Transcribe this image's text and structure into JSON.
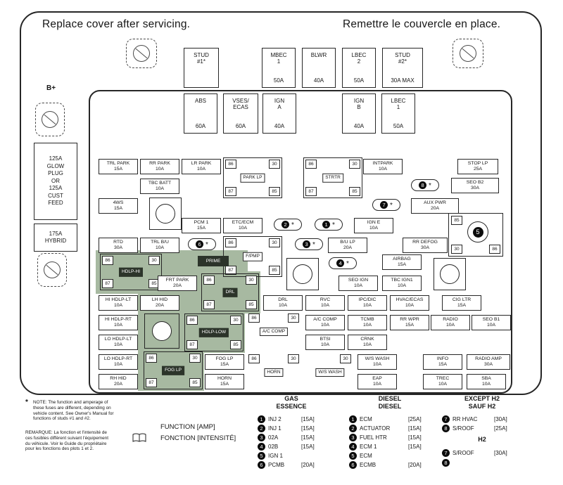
{
  "header": {
    "left_title": "Replace cover after servicing.",
    "right_title": "Remettre le couvercle en place."
  },
  "panel": {
    "b_plus": "B+"
  },
  "left_column": {
    "glow_feed": "125A\nGLOW\nPLUG\nOR\n125A\nCUST\nFEED",
    "hybrid": "175A\nHYBRID"
  },
  "top_fuses": [
    {
      "top": "STUD\n#1*",
      "amp": ""
    },
    {
      "top": "MBEC\n1",
      "amp": "50A"
    },
    {
      "top": "BLWR",
      "amp": "40A"
    },
    {
      "top": "LBEC\n2",
      "amp": "50A"
    },
    {
      "top": "STUD\n#2*",
      "amp": "30A MAX"
    },
    {
      "top": "ABS",
      "amp": "60A"
    },
    {
      "top": "VSES/\nECAS",
      "amp": "60A"
    },
    {
      "top": "IGN\nA",
      "amp": "40A"
    },
    {
      "top": "IGN\nB",
      "amp": "40A"
    },
    {
      "top": "LBEC\n1",
      "amp": "50A"
    }
  ],
  "fuses": [
    {
      "name": "TRL PARK",
      "amp": "15A"
    },
    {
      "name": "RR PARK",
      "amp": "10A"
    },
    {
      "name": "LR PARK",
      "amp": "10A"
    },
    {
      "name": "INTPARK",
      "amp": "10A"
    },
    {
      "name": "STOP LP",
      "amp": "25A"
    },
    {
      "name": "TBC BATT",
      "amp": "10A"
    },
    {
      "name": "SEO B2",
      "amp": "30A"
    },
    {
      "name": "4WS",
      "amp": "15A"
    },
    {
      "name": "AUX PWR",
      "amp": "20A"
    },
    {
      "name": "PCM 1",
      "amp": "15A"
    },
    {
      "name": "ETC/ECM",
      "amp": "10A"
    },
    {
      "name": "IGN E",
      "amp": "10A"
    },
    {
      "name": "RTD",
      "amp": "30A"
    },
    {
      "name": "TRL B/U",
      "amp": "10A"
    },
    {
      "name": "B/U LP",
      "amp": "20A"
    },
    {
      "name": "RR DEFOG",
      "amp": "30A"
    },
    {
      "name": "AIRBAG",
      "amp": "15A"
    },
    {
      "name": "FRT PARK",
      "amp": "20A"
    },
    {
      "name": "SEO IGN",
      "amp": "10A"
    },
    {
      "name": "TBC IGN1",
      "amp": "10A"
    },
    {
      "name": "HI HDLP-LT",
      "amp": "10A"
    },
    {
      "name": "LH HID",
      "amp": "20A"
    },
    {
      "name": "DRL",
      "amp": "10A"
    },
    {
      "name": "RVC",
      "amp": "10A"
    },
    {
      "name": "IPC/DIC",
      "amp": "10A"
    },
    {
      "name": "HVAC/ECAS",
      "amp": "10A"
    },
    {
      "name": "CIG LTR",
      "amp": "15A"
    },
    {
      "name": "HI HDLP-RT",
      "amp": "10A"
    },
    {
      "name": "A/C COMP",
      "amp": "10A"
    },
    {
      "name": "TCMB",
      "amp": "10A"
    },
    {
      "name": "RR WPR",
      "amp": "15A"
    },
    {
      "name": "RADIO",
      "amp": "10A"
    },
    {
      "name": "SEO B1",
      "amp": "10A"
    },
    {
      "name": "LO HDLP-LT",
      "amp": "10A"
    },
    {
      "name": "BTSI",
      "amp": "10A"
    },
    {
      "name": "CRNK",
      "amp": "10A"
    },
    {
      "name": "LO HDLP-RT",
      "amp": "10A"
    },
    {
      "name": "FOG LP",
      "amp": "15A"
    },
    {
      "name": "W/S WASH",
      "amp": "10A"
    },
    {
      "name": "INFO",
      "amp": "15A"
    },
    {
      "name": "RADIO AMP",
      "amp": "30A"
    },
    {
      "name": "RH HID",
      "amp": "20A"
    },
    {
      "name": "HORN",
      "amp": "15A"
    },
    {
      "name": "EAP",
      "amp": "10A"
    },
    {
      "name": "TREC",
      "amp": "10A"
    },
    {
      "name": "SBA",
      "amp": "10A"
    }
  ],
  "relays": [
    {
      "label": "PARK LP",
      "t": [
        "86",
        "30",
        "87",
        "85"
      ]
    },
    {
      "label": "STRTR",
      "t": [
        "86",
        "30",
        "87",
        "85"
      ]
    },
    {
      "label": "F/PMP",
      "t": [
        "86",
        "30",
        "87",
        "85"
      ]
    },
    {
      "label": "HDLP-HI",
      "t": [
        "86",
        "30",
        "87",
        "85"
      ]
    },
    {
      "label": "DRL",
      "t": [
        "86",
        "30",
        "87",
        "85"
      ]
    },
    {
      "label": "HDLP-LOW",
      "t": [
        "86",
        "30",
        "87",
        "85"
      ]
    },
    {
      "label": "FOG LP",
      "t": [
        "86",
        "30",
        "87",
        "85"
      ]
    },
    {
      "label": "A/C COMP",
      "t": [
        "86",
        "30"
      ]
    },
    {
      "label": "HORN",
      "t": [
        "86",
        "30"
      ]
    },
    {
      "label": "W/S WASH",
      "t": [
        "30"
      ]
    }
  ],
  "relay5": {
    "n": "5",
    "t": [
      "85",
      "30",
      "86"
    ]
  },
  "prime_label": "PRIME",
  "markers": [
    {
      "n": "8",
      "star": "*"
    },
    {
      "n": "7",
      "star": "*"
    },
    {
      "n": "2",
      "star": "*"
    },
    {
      "n": "1",
      "star": "*"
    },
    {
      "n": "6",
      "star": "*"
    },
    {
      "n": "3",
      "star": "*"
    },
    {
      "n": "4",
      "star": "*"
    }
  ],
  "legend": {
    "note_star": "*",
    "note_en": "NOTE: The function and amperage of these fuses are different, depending on vehicle content. See Owner's Manual for functions of studs #1 and #2.",
    "note_fr": "REMARQUE: La fonction et l'intensité de ces fusibles diffèrent suivant l'équipement du véhicule. Voir le Guide du propriétaire pour les fonctions des plots 1 et 2.",
    "function_label": "FUNCTION [AMP]\nFONCTION [INTENSITÉ]",
    "columns": [
      {
        "header": "GAS\nESSENCE",
        "items": [
          {
            "n": "1",
            "label": "INJ 2",
            "amp": "[15A]"
          },
          {
            "n": "2",
            "label": "INJ 1",
            "amp": "[15A]"
          },
          {
            "n": "3",
            "label": "02A",
            "amp": "[15A]"
          },
          {
            "n": "4",
            "label": "02B",
            "amp": "[15A]"
          },
          {
            "n": "5",
            "label": "IGN 1",
            "amp": ""
          },
          {
            "n": "6",
            "label": "PCMB",
            "amp": "[20A]"
          }
        ]
      },
      {
        "header": "DIESEL\nDIESEL",
        "items": [
          {
            "n": "1",
            "label": "ECM",
            "amp": "[25A]"
          },
          {
            "n": "2",
            "label": "ACTUATOR",
            "amp": "[15A]"
          },
          {
            "n": "3",
            "label": "FUEL HTR",
            "amp": "[15A]"
          },
          {
            "n": "4",
            "label": "ECM 1",
            "amp": "[15A]"
          },
          {
            "n": "5",
            "label": "ECM",
            "amp": ""
          },
          {
            "n": "6",
            "label": "ECMB",
            "amp": "[20A]"
          }
        ]
      },
      {
        "header": "EXCEPT H2\nSAUF H2",
        "items": [
          {
            "n": "7",
            "label": "RR HVAC",
            "amp": "[30A]"
          },
          {
            "n": "8",
            "label": "S/ROOF",
            "amp": "[25A]"
          }
        ]
      },
      {
        "header": "H2",
        "items": [
          {
            "n": "7",
            "label": "S/ROOF",
            "amp": "[30A]"
          },
          {
            "n": "8",
            "label": "",
            "amp": ""
          }
        ]
      }
    ]
  },
  "colors": {
    "green": "#a7b9a1",
    "dark_label": "#2c342a"
  }
}
